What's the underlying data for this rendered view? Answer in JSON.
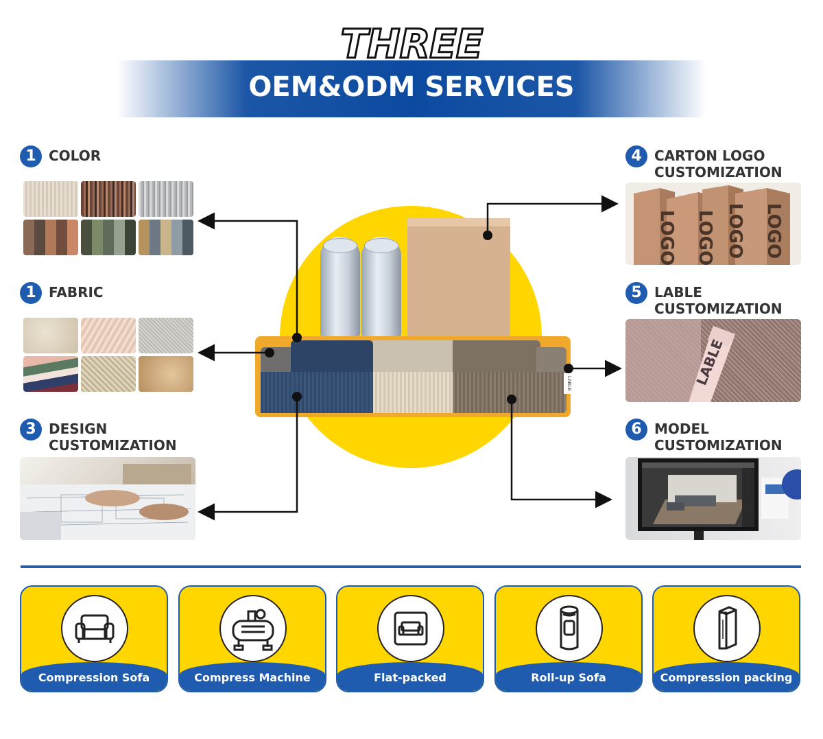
{
  "header": {
    "kicker": "THREE",
    "title": "OEM&ODM SERVICES"
  },
  "sections": {
    "color": {
      "number": "1",
      "label": "COLOR"
    },
    "fabric": {
      "number": "1",
      "label": "FABRIC"
    },
    "design": {
      "number": "3",
      "label": "DESIGN\nCUSTOMIZATION"
    },
    "carton": {
      "number": "4",
      "label": "CARTON LOGO\nCUSTOMIZATION"
    },
    "lable": {
      "number": "5",
      "label": "LABLE\nCUSTOMIZATION"
    },
    "model": {
      "number": "6",
      "label": "MODEL\nCUSTOMIZATION"
    }
  },
  "center": {
    "sofa_tag": "LABLE"
  },
  "carton_photo": {
    "logo_text": "LOGO"
  },
  "lable_photo": {
    "tag_text": "LABLE"
  },
  "cards": [
    {
      "label": "Compression Sofa",
      "icon": "armchair-icon"
    },
    {
      "label": "Compress Machine",
      "icon": "compress-machine-icon"
    },
    {
      "label": "Flat-packed",
      "icon": "flat-pack-box-icon"
    },
    {
      "label": "Roll-up Sofa",
      "icon": "roll-up-sofa-icon"
    },
    {
      "label": "Compression packing",
      "icon": "packing-box-icon"
    }
  ],
  "colors": {
    "accent_blue": "#1f5cb0",
    "accent_yellow": "#ffd600",
    "sofa_orange": "#f1a92b"
  }
}
